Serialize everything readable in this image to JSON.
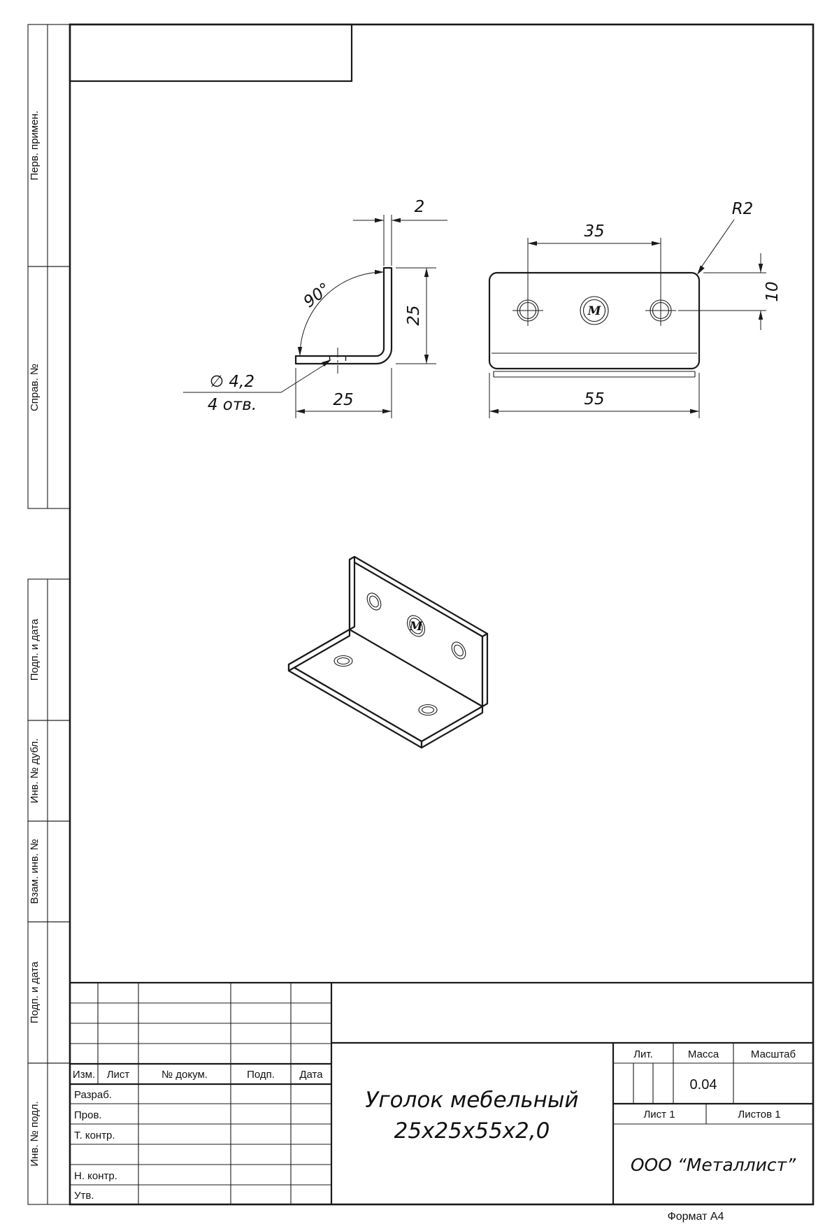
{
  "page": {
    "format_note": "Формат А4"
  },
  "margin_labels": [
    "Перв. примен.",
    "Справ. №",
    "Подп. и дата",
    "Инв. № дубл.",
    "Взам. инв. №",
    "Подп. и дата",
    "Инв. № подл."
  ],
  "views": {
    "side": {
      "dim_thickness": "2",
      "dim_angle": "90°",
      "dim_height": "25",
      "dim_leg": "25",
      "hole_dia": "∅ 4,2",
      "hole_count": "4 отв."
    },
    "front": {
      "dim_spacing": "35",
      "dim_radius": "R2",
      "dim_offset": "10",
      "dim_length": "55",
      "logo_letter": "М"
    },
    "iso": {
      "logo_letter": "М"
    }
  },
  "title_block": {
    "rev_header": {
      "izm": "Изм.",
      "list": "Лист",
      "doc": "№ докум.",
      "podp": "Подп.",
      "data": "Дата"
    },
    "roles": {
      "razrab": "Разраб.",
      "prov": "Пров.",
      "tkontr": "Т. контр.",
      "nkontr": "Н. контр.",
      "utv": "Утв."
    },
    "title_line1": "Уголок мебельный",
    "title_line2": "25х25х55х2,0",
    "lit_label": "Лит.",
    "mass_label": "Масса",
    "scale_label": "Масштаб",
    "mass_value": "0.04",
    "sheet": "Лист 1",
    "sheets": "Листов 1",
    "company": "ООО “Металлист”"
  }
}
